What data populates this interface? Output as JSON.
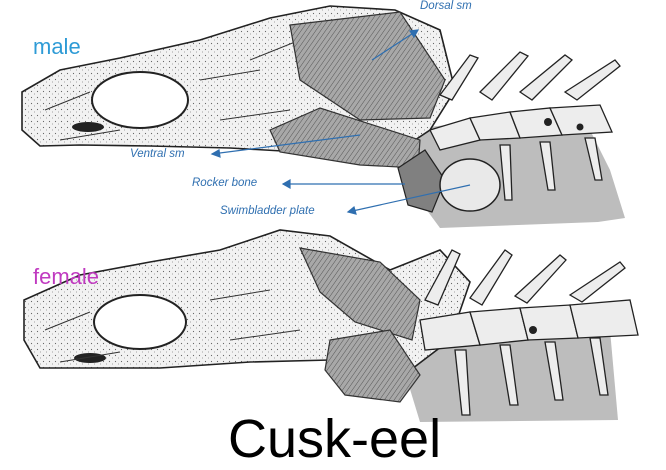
{
  "colors": {
    "male_label": "#2e9bd6",
    "female_label": "#c03ac0",
    "annotation": "#2f6fb0",
    "muscle": "#8a8a8a",
    "bone_fill": "#ececec",
    "swimbladder": "#bdbdbd"
  },
  "panels": {
    "male": {
      "label": "male"
    },
    "female": {
      "label": "female"
    }
  },
  "annotations": {
    "dorsal": "Dorsal sm",
    "ventral": "Ventral sm",
    "rocker": "Rocker bone",
    "swimbladder_plate": "Swimbladder plate"
  },
  "caption": "Cusk-eel"
}
